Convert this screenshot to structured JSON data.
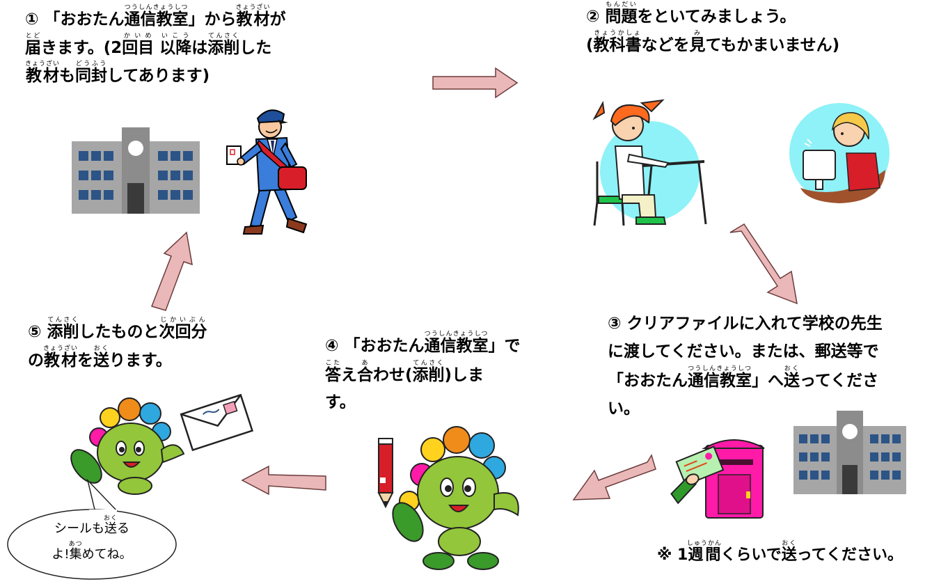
{
  "steps": [
    {
      "id": 1,
      "lines": [
        [
          {
            "t": "① 「おおたん"
          },
          {
            "t": "通信教室",
            "r": "つうしんきょうしつ"
          },
          {
            "t": "」から"
          },
          {
            "t": "教材",
            "r": "きょうざい"
          },
          {
            "t": "が"
          }
        ],
        [
          {
            "t": "届",
            "r": "とど"
          },
          {
            "t": "きます。(2"
          },
          {
            "t": "回目",
            "r": "かいめ"
          },
          {
            "t": " "
          },
          {
            "t": "以降",
            "r": "いこう"
          },
          {
            "t": "は"
          },
          {
            "t": "添削",
            "r": "てんさく"
          },
          {
            "t": "した"
          }
        ],
        [
          {
            "t": "教材",
            "r": "きょうざい"
          },
          {
            "t": "も"
          },
          {
            "t": "同封",
            "r": "どうふう"
          },
          {
            "t": "してあります)"
          }
        ]
      ]
    },
    {
      "id": 2,
      "lines": [
        [
          {
            "t": "② "
          },
          {
            "t": "問題",
            "r": "もんだい"
          },
          {
            "t": "をといてみましょう。"
          }
        ],
        [
          {
            "t": "("
          },
          {
            "t": "教科書",
            "r": "きょうかしょ"
          },
          {
            "t": "などを"
          },
          {
            "t": "見",
            "r": "み"
          },
          {
            "t": "てもかまいません)"
          }
        ]
      ]
    },
    {
      "id": 3,
      "lines": [
        [
          {
            "t": "③ クリアファイルに入れて学校の先生"
          }
        ],
        [
          {
            "t": "に渡してください。または、郵送等で"
          }
        ],
        [
          {
            "t": "「おおたん"
          },
          {
            "t": "通信教室",
            "r": "つうしんきょうしつ"
          },
          {
            "t": "」へ"
          },
          {
            "t": "送",
            "r": "おく"
          },
          {
            "t": "ってくださ"
          }
        ],
        [
          {
            "t": "い。"
          }
        ]
      ]
    },
    {
      "id": 4,
      "lines": [
        [
          {
            "t": "④ 「おおたん"
          },
          {
            "t": "通信教室",
            "r": "つうしんきょうしつ"
          },
          {
            "t": "」で"
          }
        ],
        [
          {
            "t": "答",
            "r": "こた"
          },
          {
            "t": "え"
          },
          {
            "t": "合",
            "r": "あ"
          },
          {
            "t": "わせ("
          },
          {
            "t": "添削",
            "r": "てんさく"
          },
          {
            "t": ")しま"
          }
        ],
        [
          {
            "t": "す。"
          }
        ]
      ]
    },
    {
      "id": 5,
      "lines": [
        [
          {
            "t": "⑤ "
          },
          {
            "t": "添削",
            "r": "てんさく"
          },
          {
            "t": "したものと"
          },
          {
            "t": "次回分",
            "r": "じかいぶん"
          }
        ],
        [
          {
            "t": "の"
          },
          {
            "t": "教材",
            "r": "きょうざい"
          },
          {
            "t": "を"
          },
          {
            "t": "送",
            "r": "おく"
          },
          {
            "t": "ります。"
          }
        ]
      ]
    }
  ],
  "note": {
    "lines": [
      [
        {
          "t": "※ 1"
        },
        {
          "t": "週間",
          "r": "しゅうかん"
        },
        {
          "t": "くらいで"
        },
        {
          "t": "送",
          "r": "おく"
        },
        {
          "t": "ってください。"
        }
      ]
    ]
  },
  "bubble": {
    "lines": [
      [
        {
          "t": "シールも"
        },
        {
          "t": "送",
          "r": "おく"
        },
        {
          "t": "る"
        }
      ],
      [
        {
          "t": "よ!"
        },
        {
          "t": "集",
          "r": "あつ"
        },
        {
          "t": "めてね。"
        }
      ]
    ]
  },
  "colors": {
    "arrow_fill": "#eab8b8",
    "arrow_stroke": "#6b3b3b",
    "building_gray": "#a6a6a6",
    "building_window": "#2c5486",
    "mascot_green": "#93c63a",
    "circle_cyan": "#8ef2f8",
    "mailbox_pink": "#ff1aa8",
    "postman_blue": "#3a7ddb",
    "bag_red": "#d81e28"
  },
  "icons": [
    "school-building-icon",
    "postman-icon",
    "student-writing-icon",
    "student-computer-icon",
    "mascot-icon",
    "pencil-icon",
    "letter-icon",
    "mailbox-icon",
    "flow-arrow-icon"
  ]
}
